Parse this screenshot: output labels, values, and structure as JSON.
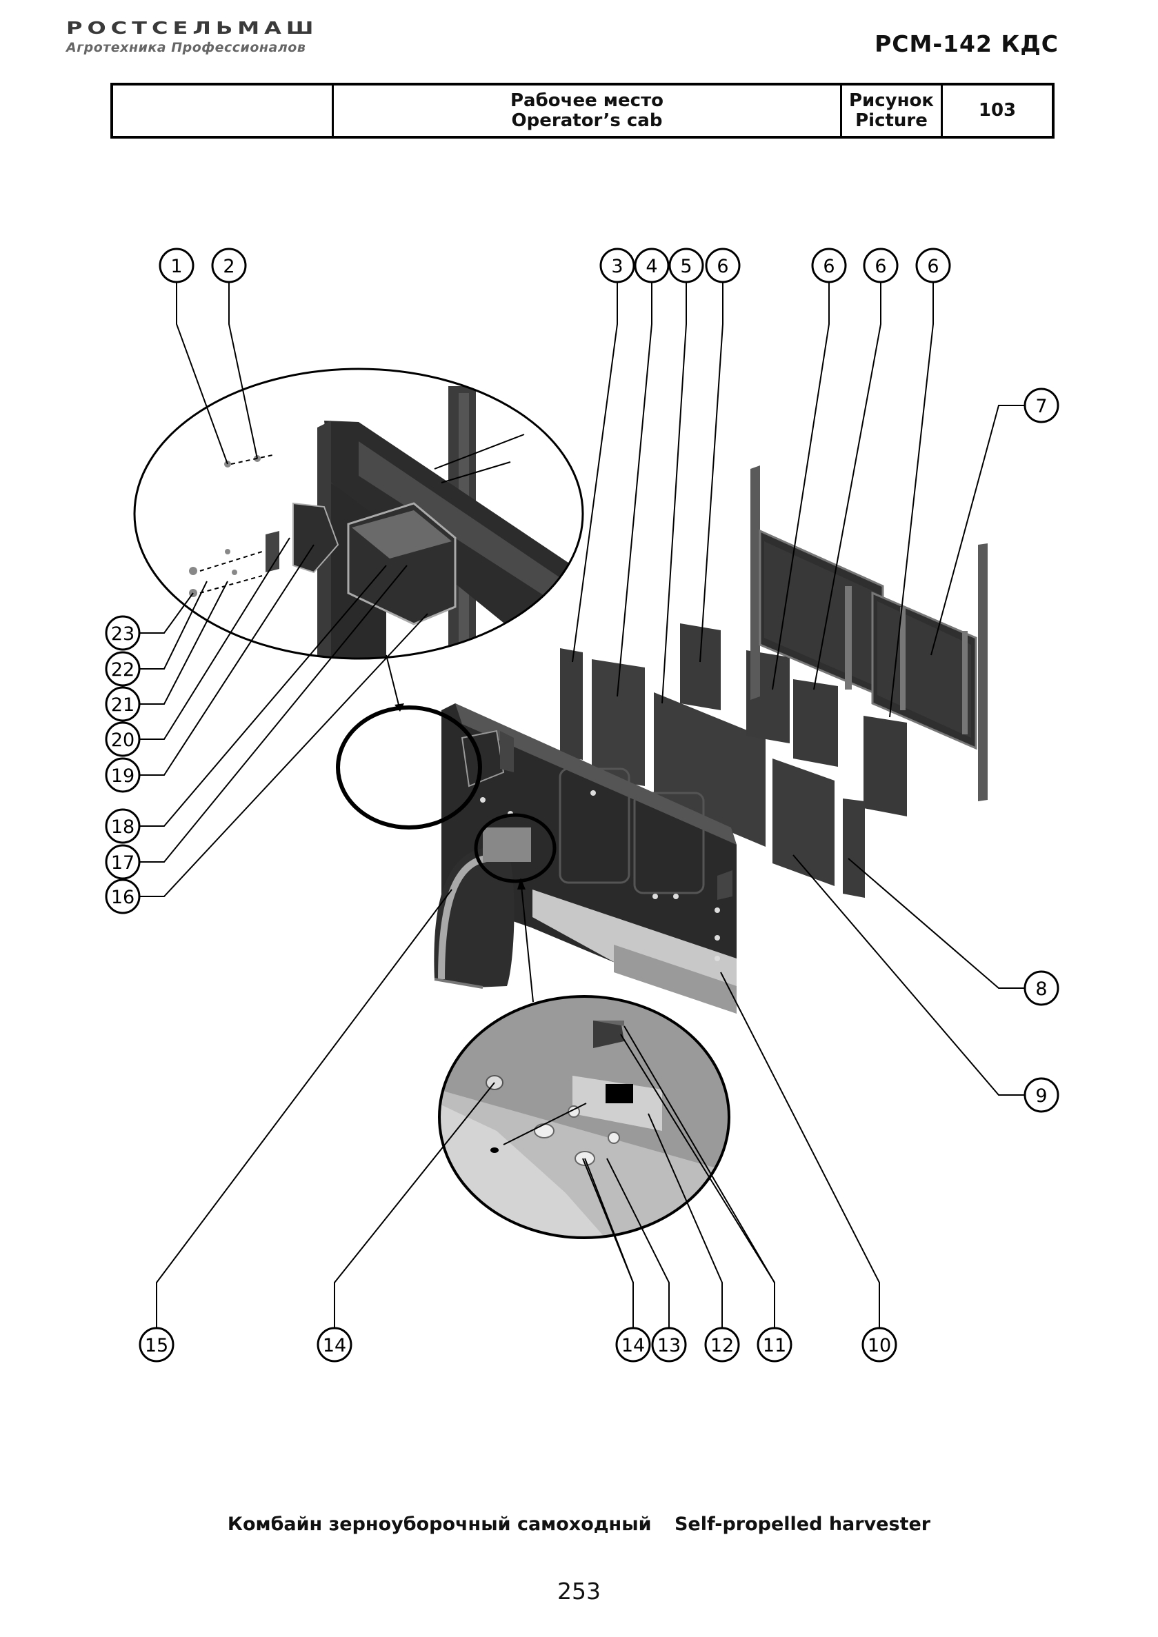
{
  "header": {
    "brand": "РОСТСЕЛЬМАШ",
    "tagline": "Агротехника Профессионалов",
    "model": "РСМ-142 КДС"
  },
  "title_block": {
    "empty_cell": "",
    "section_ru": "Рабочее место",
    "section_en": "Operator’s cab",
    "picture_label_ru": "Рисунок",
    "picture_label_en": "Picture",
    "picture_number": "103"
  },
  "callouts": [
    {
      "label": "1"
    },
    {
      "label": "2"
    },
    {
      "label": "3"
    },
    {
      "label": "4"
    },
    {
      "label": "5"
    },
    {
      "label": "6"
    },
    {
      "label": "6"
    },
    {
      "label": "6"
    },
    {
      "label": "6"
    },
    {
      "label": "7"
    },
    {
      "label": "8"
    },
    {
      "label": "9"
    },
    {
      "label": "10"
    },
    {
      "label": "11"
    },
    {
      "label": "12"
    },
    {
      "label": "13"
    },
    {
      "label": "14"
    },
    {
      "label": "14"
    },
    {
      "label": "15"
    },
    {
      "label": "16"
    },
    {
      "label": "17"
    },
    {
      "label": "18"
    },
    {
      "label": "19"
    },
    {
      "label": "20"
    },
    {
      "label": "21"
    },
    {
      "label": "22"
    },
    {
      "label": "23"
    }
  ],
  "footer": {
    "title_ru": "Комбайн зерноуборочный самоходный",
    "title_en": "Self-propelled harvester"
  },
  "page_number": "253"
}
